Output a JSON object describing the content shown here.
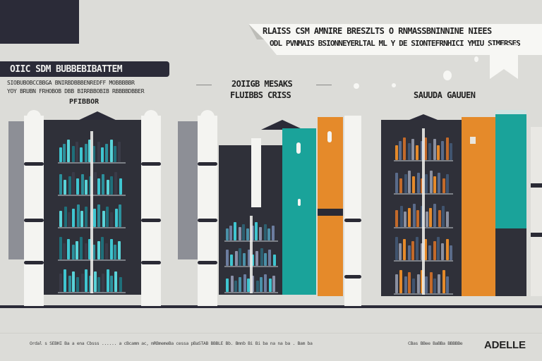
{
  "header": {
    "banner_line1": "RLAISS CSM AMNIRE BRESZLTS  O RNMASSBNINNINE NIEES",
    "banner_line2": "ODL PVNMAIS BSIONNEYERLTAL ML Y DE SIONTEFRNHICI YMIU SIMERSES"
  },
  "left_panel": {
    "title": "OIIC SDM BUBBEBIBATTEM",
    "subtitle_line1": "SIOBUBOBCCBBGA BNIRBDBBBENREDFF MOBBBBBR",
    "subtitle_line2": "YOY BRUBN FRHOBOB DBB BIRRBBOBIB RBBBBDBBER",
    "caption": "PFIBBOR"
  },
  "middle_panel": {
    "title_line1": "2OIIGB MESAKS",
    "title_line2": "FLUIBBS CRISS"
  },
  "right_panel": {
    "title": "SAUUDA GAUUEN"
  },
  "footer": {
    "fine_print": "Ordal s SEBHI Ba  a ena Cbsss ...... a cBcamm ac, mRBmemeBa cessa pBaSTAB BBBLE Bb. Bmnb Bi Bi ba na na ba . Bam ba",
    "fine_print_right": "CBas BBee BaBBa BBBBBe",
    "brand": "ADELLE"
  },
  "colors": {
    "background": "#dcdcd8",
    "navy": "#2b2b38",
    "teal": "#1aa39a",
    "orange": "#e58a2a",
    "cyan_books": "#3fc5d0",
    "white": "#f4f4f1"
  },
  "icons": {
    "banner_ribbon": "ribbon-icon",
    "bookmark": "bookmark-icon"
  }
}
